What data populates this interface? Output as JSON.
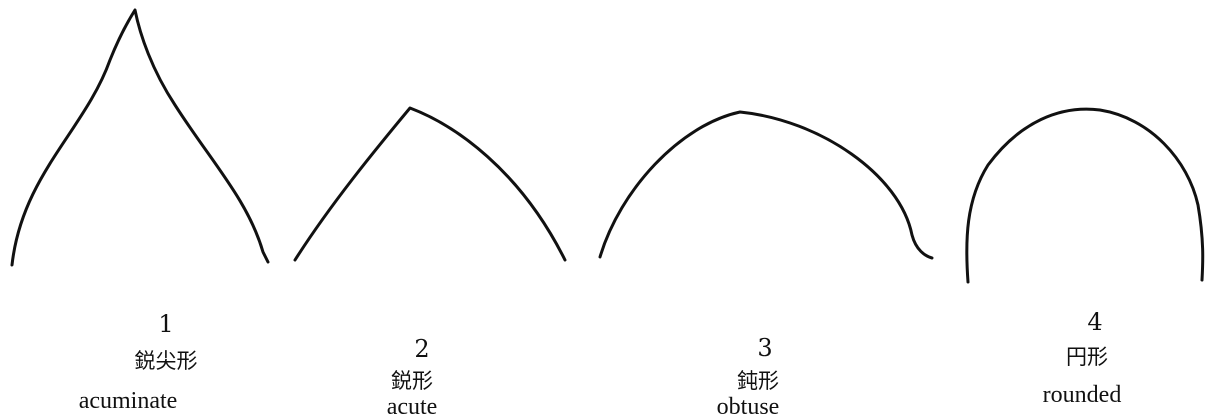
{
  "shapes": [
    {
      "number": "1",
      "name_ja": "鋭尖形",
      "name_en": "acuminate"
    },
    {
      "number": "2",
      "name_ja": "鋭形",
      "name_en": "acute"
    },
    {
      "number": "3",
      "name_ja": "鈍形",
      "name_en": "obtuse"
    },
    {
      "number": "4",
      "name_ja": "円形",
      "name_en": "rounded"
    }
  ]
}
